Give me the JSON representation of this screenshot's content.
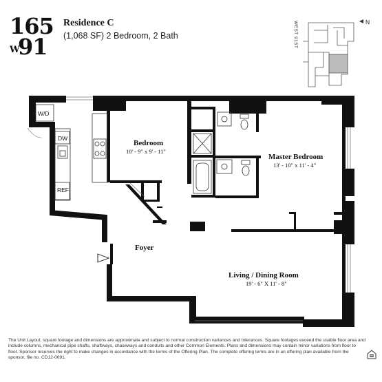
{
  "logo": {
    "line1": "165",
    "line2_prefix": "W",
    "line2": "91"
  },
  "residence": {
    "title": "Residence C",
    "subtitle": "(1,068 SF) 2 Bedroom, 2 Bath"
  },
  "keyplan": {
    "street": "WEST 91ST",
    "north": "N"
  },
  "rooms": {
    "wd": "W/D",
    "dw": "DW",
    "ref": "REF",
    "bedroom": {
      "name": "Bedroom",
      "dims": "10' - 9\" x 9' - 11\""
    },
    "master": {
      "name": "Master Bedroom",
      "dims": "13' - 10\" x 11' - 4\""
    },
    "foyer": {
      "name": "Foyer"
    },
    "living": {
      "name": "Living / Dining Room",
      "dims": "19' - 6\" X 11' - 8\""
    }
  },
  "disclaimer": "The Unit Layout, square footage and dimensions are approximate and subject to normal construction variances and tolerances. Square footages exceed the usable floor area and include columns, mechanical pipe shafts, shaftways, chaseways and conduits and other Common Elements. Plans and dimensions may contain minor variations from floor to floor. Sponsor reserves the right to make changes in accordance with the terms of the Offering Plan. The complete offering terms are in an offering plan available from the sponsor, file no. CD12-0091.",
  "icons": {
    "equal_housing": "equal-housing-icon",
    "entry": "entry-arrow-icon",
    "north": "north-arrow-icon"
  }
}
